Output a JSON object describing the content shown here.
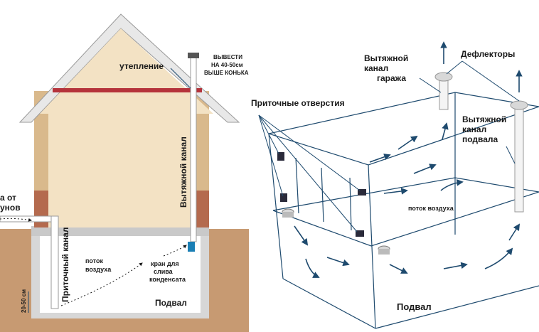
{
  "left": {
    "insulation_label": "утепление",
    "roof_note": [
      "ВЫВЕСТИ",
      "НА 40-50см",
      "ВЫШЕ КОНЬКА"
    ],
    "exhaust_channel_label": "Вытяжной канал",
    "supply_channel_label": "Приточный канал",
    "airflow_label": [
      "поток",
      "воздуха"
    ],
    "drain_tap_label": [
      "кран для",
      "слива",
      "конденсата"
    ],
    "basement_label": "Подвал",
    "depth_label": "20-50 см",
    "cut_label": [
      "а от",
      "унов"
    ]
  },
  "right": {
    "garage_exhaust_label": [
      "Вытяжной",
      "канал",
      "гаража"
    ],
    "deflectors_label": "Дефлекторы",
    "supply_openings_label": "Приточные отверстия",
    "basement_exhaust_label": [
      "Вытяжной",
      "канал",
      "подвала"
    ],
    "airflow_label": "поток воздуха",
    "basement_label": "Подвал"
  },
  "colors": {
    "soil": "#c79a72",
    "wall": "#f3e2c4",
    "brick": "#b46a4e",
    "roof_band": "#b5333b",
    "line": "#1e4a6e"
  }
}
